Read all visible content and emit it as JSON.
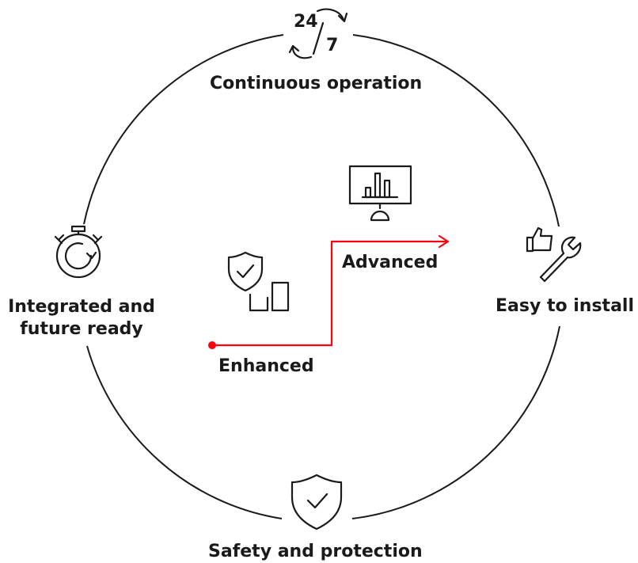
{
  "features": {
    "top": {
      "label": "Continuous operation",
      "badge_top": "24",
      "badge_bottom": "7"
    },
    "right": {
      "label": "Easy to install"
    },
    "bottom": {
      "label": "Safety and protection"
    },
    "left": {
      "line1": "Integrated and",
      "line2": "future ready"
    }
  },
  "levels": {
    "enhanced": "Enhanced",
    "advanced": "Advanced"
  },
  "colors": {
    "accent": "#ff000f",
    "ink": "#1a1a1a"
  },
  "icons": [
    "clock-24-7-icon",
    "thumbs-up-wrench-icon",
    "shield-check-icon",
    "stopwatch-icon",
    "monitor-chart-icon",
    "shield-bars-icon"
  ]
}
